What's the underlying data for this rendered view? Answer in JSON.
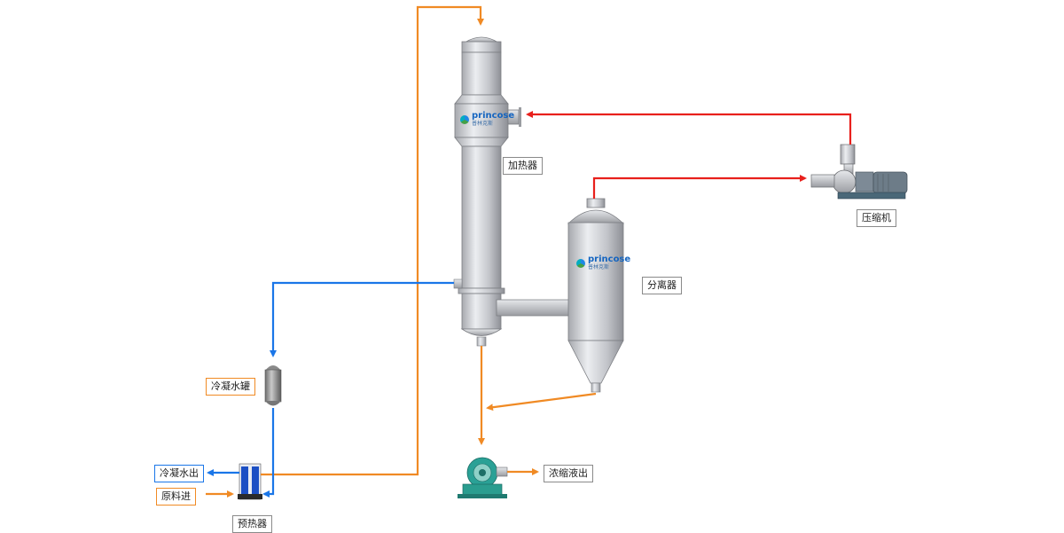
{
  "labels": {
    "heater": "加热器",
    "separator": "分离器",
    "compressor": "压缩机",
    "condensate_tank": "冷凝水罐",
    "preheater": "预热器",
    "condensate_out": "冷凝水出",
    "feed_in": "原料进",
    "concentrate_out": "浓缩液出"
  },
  "logo": {
    "brand": "princose",
    "brand_cn": "普林克斯"
  },
  "colors": {
    "steam": "#e8201c",
    "process": "#f08a24",
    "condensate": "#1a76e8",
    "vessel": "#c9cbd0",
    "pump": "#2a9d8f"
  }
}
